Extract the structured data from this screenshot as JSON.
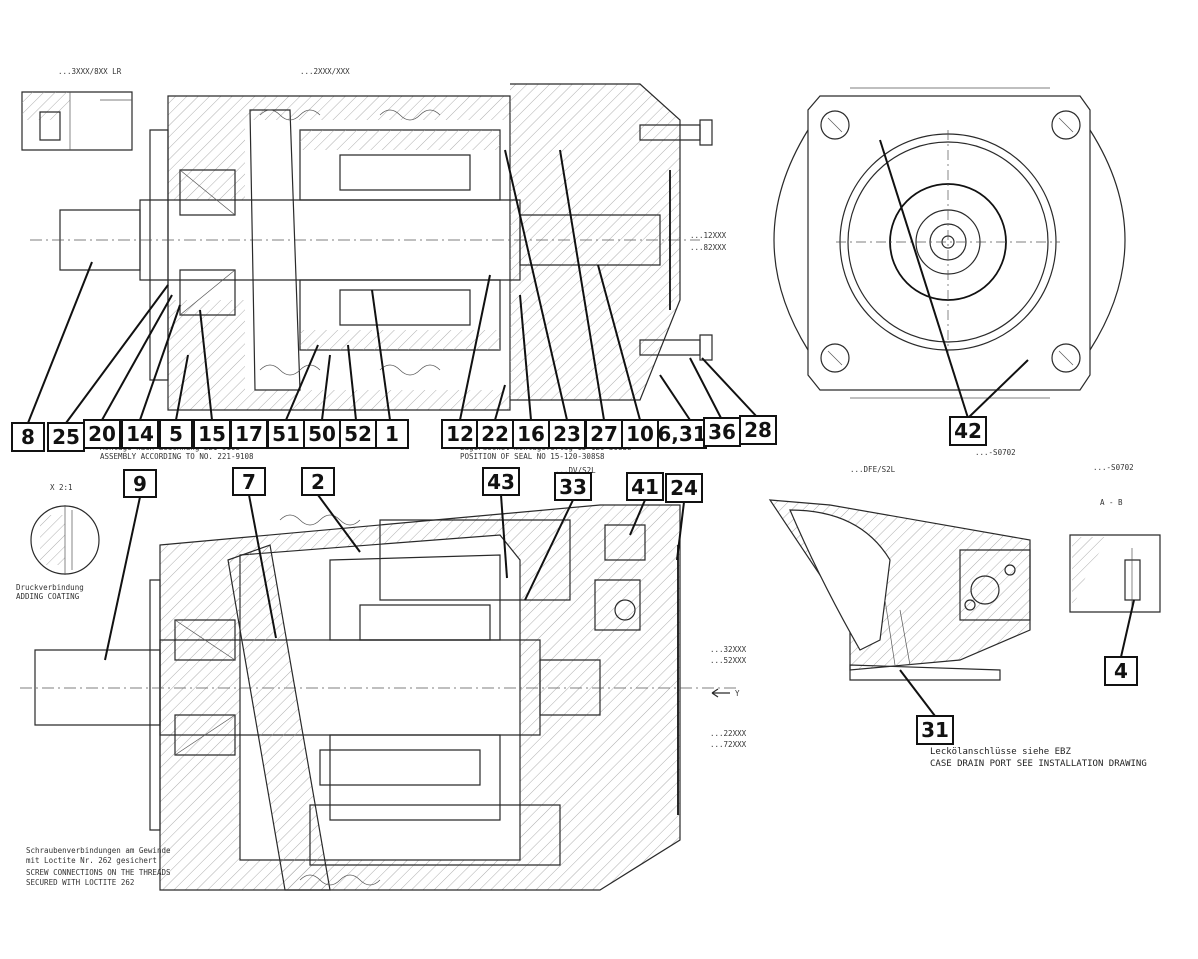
{
  "view_labels": {
    "top_left_detail": "...3XXX/8XX LR",
    "top_section": "...2XXX/XXX",
    "bottom_left_detail": "X 2:1",
    "section_dv_sl": "...DV/S2L",
    "right_side_dv": "...DFE/S2L",
    "right_detail": "...-S0702",
    "view_a_b": "A - B",
    "variant_12xxx": "...12XXX",
    "variant_82xxx": "...82XXX",
    "variant_32xxx": "...32XXX",
    "variant_52xxx": "...52XXX",
    "variant_22xxx": "...22XXX",
    "variant_72xxx": "...72XXX",
    "arrow_y": "Y"
  },
  "notes": {
    "assembly_left_1": "Montage nach Zeichnung 221-9108",
    "assembly_left_2": "ASSEMBLY ACCORDING TO NO. 221-9108",
    "assembly_mid_1": "Lagerdeckel montagefertig 15-120-308S8",
    "assembly_mid_2": "POSITION OF SEAL NO 15-120-308S8",
    "bottom_left_1": "Druckverbindung",
    "bottom_left_2": "ADDING COATING",
    "screw_de_1": "Schraubenverbindungen am Gewinde",
    "screw_de_2": "mit Loctite Nr. 262 gesichert",
    "screw_en_1": "SCREW CONNECTIONS ON THE THREADS",
    "screw_en_2": "SECURED WITH LOCTITE 262",
    "case_drain_de": "Leckölanschlüsse siehe EBZ",
    "case_drain_en": "CASE DRAIN PORT SEE INSTALLATION DRAWING"
  },
  "part_tags": [
    "8",
    "25",
    "20",
    "14",
    "5",
    "15",
    "17",
    "51",
    "50",
    "52",
    "1",
    "12",
    "22",
    "16",
    "23",
    "27",
    "10",
    "6,31",
    "36",
    "28",
    "42",
    "9",
    "7",
    "2",
    "43",
    "33",
    "41",
    "24",
    "4",
    "31"
  ]
}
